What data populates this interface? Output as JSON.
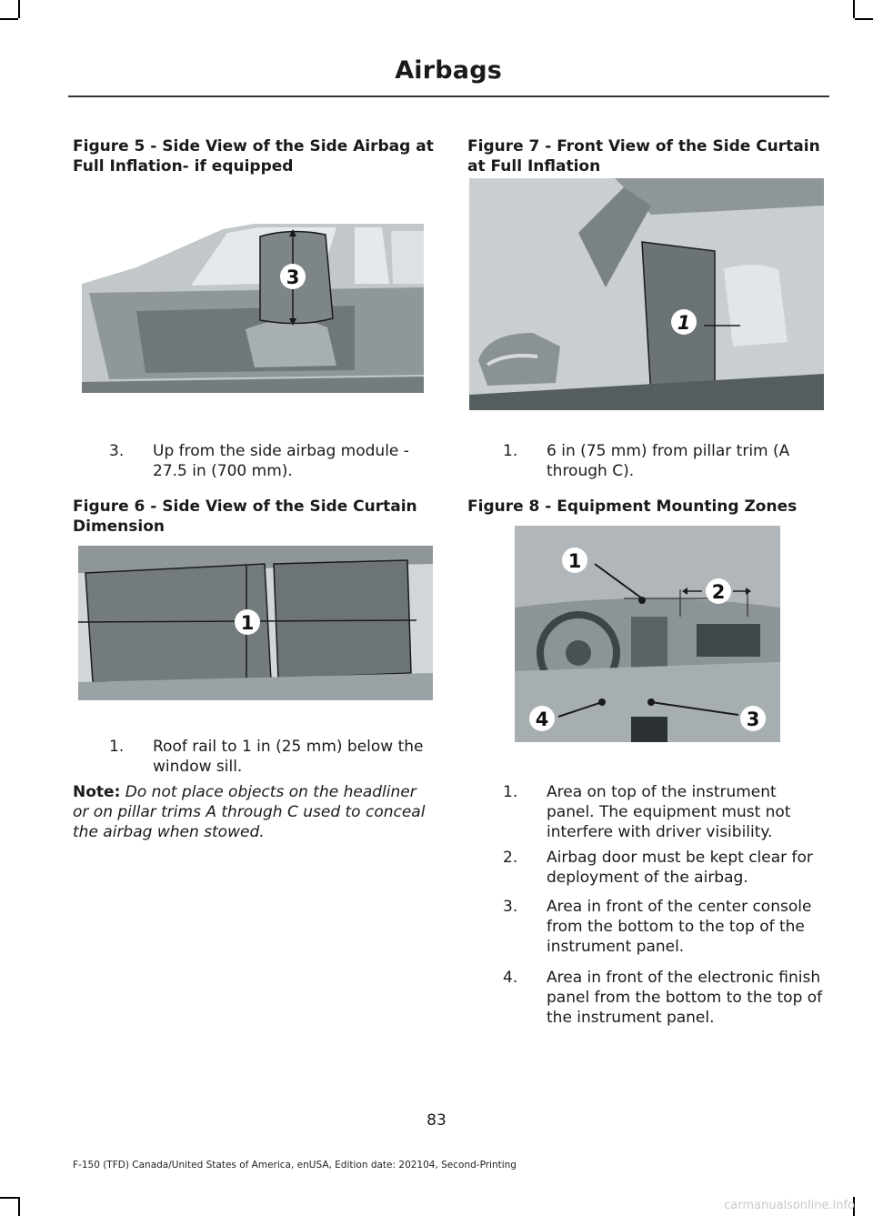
{
  "header": {
    "title": "Airbags"
  },
  "left": {
    "fig5_title": "Figure 5 - Side View of the Side Airbag at Full Inflation- if equipped",
    "fig5_callout": "3",
    "item3_num": "3.",
    "item3_text": "Up from the side airbag module - 27.5 in (700 mm).",
    "fig6_title": "Figure 6 - Side View of the Side Curtain Dimension",
    "fig6_callout": "1",
    "item1_num": "1.",
    "item1_text": "Roof rail to 1 in (25 mm) below the window sill.",
    "note_label": "Note:",
    "note_text": "Do not place objects on the headliner or on pillar trims A through C used to conceal the airbag when stowed."
  },
  "right": {
    "fig7_title": "Figure 7 - Front View of the Side Curtain at Full Inflation",
    "fig7_callout": "1",
    "fig7_item_num": "1.",
    "fig7_item_text": "6 in (75 mm) from pillar trim (A through C).",
    "fig8_title": "Figure 8 - Equipment Mounting Zones",
    "fig8_callouts": [
      "1",
      "2",
      "3",
      "4"
    ],
    "fig8_items": [
      {
        "num": "1.",
        "text": "Area on top of the instrument panel. The equipment must not interfere with driver visibility."
      },
      {
        "num": "2.",
        "text": "Airbag door must be kept clear for deployment of the airbag."
      },
      {
        "num": "3.",
        "text": "Area in front of the center console from the bottom to the top of the instrument panel."
      },
      {
        "num": "4.",
        "text": "Area in front of the electronic finish panel from the bottom to the top of the instrument panel."
      }
    ]
  },
  "footer": {
    "page_number": "83",
    "edition": "F-150 (TFD) Canada/United States of America, enUSA, Edition date: 202104, Second-Printing",
    "watermark": "carmanualsonline.info"
  }
}
